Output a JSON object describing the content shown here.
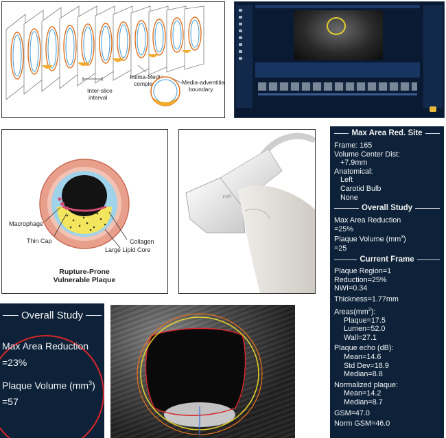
{
  "diagram": {
    "labels": {
      "inter_slice_a": "Inter-slice",
      "inter_slice_b": "interval",
      "intima_a": "Intima-Media",
      "intima_b": "complex",
      "media_a": "Media-adventitia",
      "media_b": "boundary"
    }
  },
  "plaque": {
    "labels": {
      "macrophage": "Macrophage",
      "thin_cap": "Thin Cap",
      "collagen": "Collagen",
      "lipid_core": "Large Lipid Core"
    },
    "caption_line1": "Rupture-Prone",
    "caption_line2": "Vulnerable Plaque"
  },
  "probe": {
    "brand_text": "FOR"
  },
  "right_panel": {
    "site_header": "Max Area Red. Site",
    "frame": "Frame: 165",
    "volume_center_label": "Volume Center Dist:",
    "volume_center_value": "+7.9mm",
    "anatomical_label": "Anatomical:",
    "anatomical_items": [
      "Left",
      "Carotid Bulb",
      "None"
    ],
    "overall_header": "Overall Study",
    "max_area_reduction_label": "Max Area Reduction",
    "max_area_reduction_value": "=25%",
    "plaque_volume_label": "Plaque Volume (mm",
    "plaque_volume_sup": "3",
    "plaque_volume_close": ")",
    "plaque_volume_value": "=25",
    "current_header": "Current Frame",
    "plaque_region": "Plaque Region=1",
    "reduction": "Reduction=25%",
    "nwi": "NWI=0.34",
    "thickness": "Thickness=1.77mm",
    "areas_label": "Areas(mm",
    "areas_sup": "2",
    "areas_close": "):",
    "areas": [
      "Plaque=17.5",
      "Lumen=52.0",
      "Wall=27.1"
    ],
    "echo_label": "Plaque echo (dB):",
    "echo": [
      "Mean=14.6",
      "Std Dev=18.9",
      "Median=8.8"
    ],
    "normalized_label": "Normalized plaque:",
    "normalized": [
      "Mean=14.2",
      "Median=8.7"
    ],
    "gsm": "GSM=47.0",
    "norm_gsm": "Norm GSM=46.0"
  },
  "bottom_left": {
    "header": "Overall Study",
    "max_area_reduction_label": "Max Area Reduction",
    "max_area_reduction_value": "=23%",
    "plaque_volume_label": "Plaque Volume (mm",
    "plaque_volume_sup": "3",
    "plaque_volume_close": ")",
    "plaque_volume_value": "=57"
  },
  "colors": {
    "navy": "#0d2238",
    "boundary_red": "#d7262b",
    "boundary_yellow": "#e6cf2a",
    "boundary_orange": "#e0701c",
    "plaque_orange": "#f2ab2c"
  }
}
